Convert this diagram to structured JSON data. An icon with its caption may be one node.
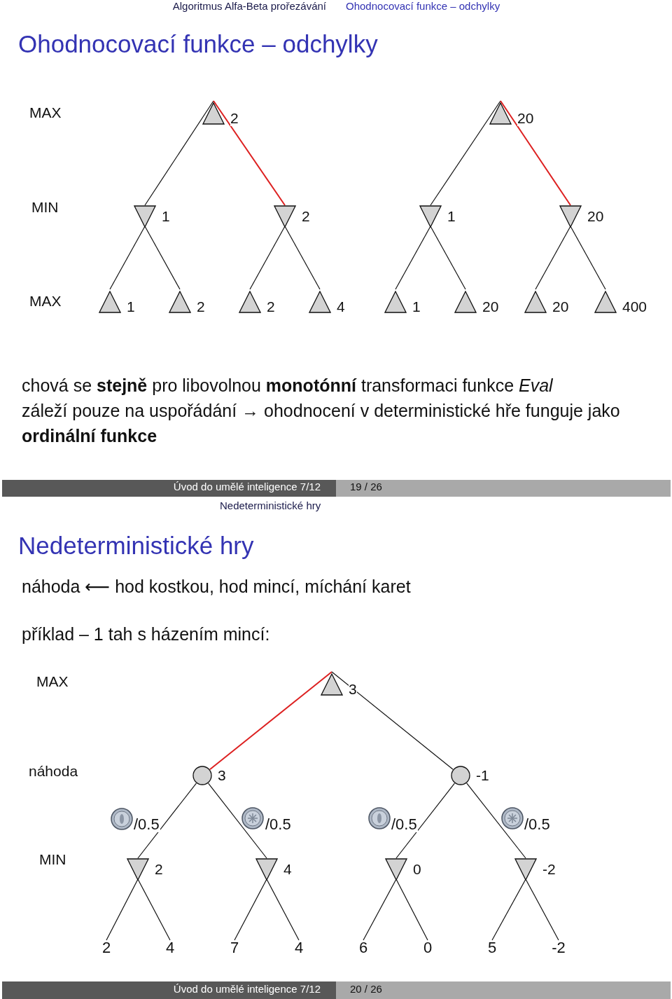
{
  "diagram": {
    "title": "Ohodnocovací funkce – odchylky",
    "nodes": [
      {
        "text": [
          "2"
        ]
      },
      {
        "text": [
          "20"
        ]
      },
      {
        "text": [
          "1"
        ]
      },
      {
        "text": [
          "2"
        ]
      },
      {
        "text": [
          "1"
        ]
      },
      {
        "text": [
          "20"
        ]
      },
      {
        "text": [
          "1"
        ]
      },
      {
        "text": [
          "2"
        ]
      },
      {
        "text": [
          "2"
        ]
      },
      {
        "text": [
          "4"
        ]
      },
      {
        "text": [
          "1"
        ]
      },
      {
        "text": [
          "20"
        ]
      },
      {
        "text": [
          "20"
        ]
      },
      {
        "text": [
          "400"
        ]
      },
      {
        "text": [
          "3"
        ]
      },
      {
        "text": [
          "3"
        ]
      },
      {
        "text": [
          "-1"
        ]
      },
      {
        "text": [
          "2"
        ]
      },
      {
        "text": [
          "4"
        ]
      },
      {
        "text": [
          "0"
        ]
      },
      {
        "text": [
          "-2"
        ]
      },
      {
        "text": [
          "2"
        ]
      },
      {
        "text": [
          "4"
        ]
      },
      {
        "text": [
          "7"
        ]
      },
      {
        "text": [
          "4"
        ]
      },
      {
        "text": [
          "6"
        ]
      },
      {
        "text": [
          "0"
        ]
      },
      {
        "text": [
          "5"
        ]
      },
      {
        "text": [
          "-2"
        ]
      }
    ],
    "edges": [
      {
        "from": 0,
        "to": 2,
        "arrow": "none"
      },
      {
        "from": 0,
        "to": 3,
        "arrow": "none",
        "color": "#dd2020"
      },
      {
        "from": 1,
        "to": 4,
        "arrow": "none"
      },
      {
        "from": 1,
        "to": 5,
        "arrow": "none",
        "color": "#dd2020"
      },
      {
        "from": 2,
        "to": 6,
        "arrow": "none"
      },
      {
        "from": 2,
        "to": 7,
        "arrow": "none"
      },
      {
        "from": 3,
        "to": 8,
        "arrow": "none"
      },
      {
        "from": 3,
        "to": 9,
        "arrow": "none"
      },
      {
        "from": 4,
        "to": 10,
        "arrow": "none"
      },
      {
        "from": 4,
        "to": 11,
        "arrow": "none"
      },
      {
        "from": 5,
        "to": 12,
        "arrow": "none"
      },
      {
        "from": 5,
        "to": 13,
        "arrow": "none"
      },
      {
        "from": 14,
        "to": 15,
        "arrow": "none",
        "color": "#dd2020"
      },
      {
        "from": 14,
        "to": 16,
        "arrow": "none"
      },
      {
        "from": 15,
        "to": 17,
        "arrow": "none",
        "label": "/0.5"
      },
      {
        "from": 15,
        "to": 18,
        "arrow": "none",
        "label": "/0.5"
      },
      {
        "from": 16,
        "to": 19,
        "arrow": "none",
        "label": "/0.5"
      },
      {
        "from": 16,
        "to": 20,
        "arrow": "none",
        "label": "/0.5"
      },
      {
        "from": 17,
        "to": 21,
        "arrow": "none"
      },
      {
        "from": 17,
        "to": 22,
        "arrow": "none"
      },
      {
        "from": 18,
        "to": 23,
        "arrow": "none"
      },
      {
        "from": 18,
        "to": 24,
        "arrow": "none"
      },
      {
        "from": 19,
        "to": 25,
        "arrow": "none"
      },
      {
        "from": 19,
        "to": 26,
        "arrow": "none"
      },
      {
        "from": 20,
        "to": 27,
        "arrow": "none"
      },
      {
        "from": 20,
        "to": 28,
        "arrow": "none"
      }
    ],
    "labels": [
      "Algoritmus Alfa-Beta prořezávání",
      "Ohodnocovací funkce – odchylky",
      "MAX",
      "MIN",
      "MAX",
      "chová se **stejně** pro libovolnou **monotónní** transformaci funkce *Eval*",
      "záleží pouze na uspořádání → ohodnocení v deterministické hře funguje jako **ordinální funkce**",
      "Úvod do umělé inteligence 7/12",
      "19 / 26",
      "Nedeterministické hry",
      "Nedeterministické hry",
      "náhoda ⟵ hod kostkou, hod mincí, míchání karet",
      "příklad – 1 tah s házením mincí:",
      "MAX",
      "náhoda",
      "MIN",
      "Úvod do umělé inteligence 7/12",
      "20 / 26"
    ]
  }
}
